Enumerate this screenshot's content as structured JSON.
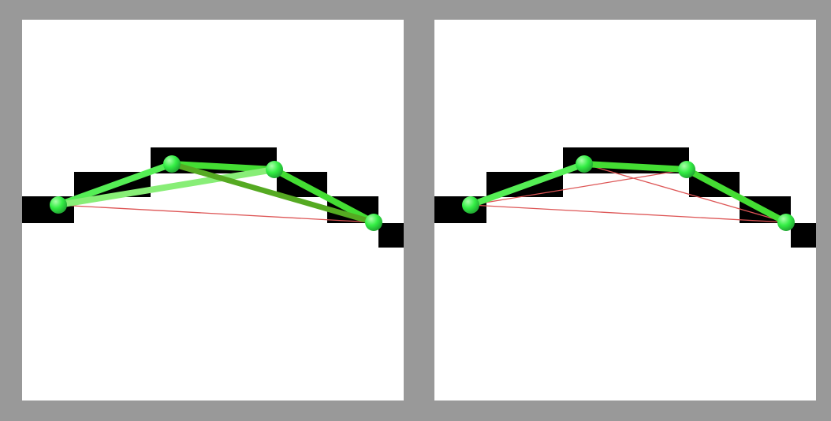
{
  "colors": {
    "frame": "#999999",
    "panel_background": "#ffffff",
    "terrain": "#000000",
    "joint": "#33ee44",
    "edge_bright": "#55ee55",
    "edge_mid": "#44dd33",
    "edge_dark": "#55aa22",
    "edge_pale": "#88ee77",
    "thin_edge": "#dd5555"
  },
  "panels": [
    {
      "name": "panel-left",
      "nodes": [
        "A",
        "B",
        "C",
        "D"
      ],
      "thick_edges": [
        {
          "from": "A",
          "to": "B",
          "color": "edge_bright",
          "weight": 8
        },
        {
          "from": "B",
          "to": "C",
          "color": "edge_mid",
          "weight": 8
        },
        {
          "from": "C",
          "to": "D",
          "color": "edge_mid",
          "weight": 8
        },
        {
          "from": "A",
          "to": "C",
          "color": "edge_pale",
          "weight": 8
        },
        {
          "from": "B",
          "to": "D",
          "color": "edge_dark",
          "weight": 7
        }
      ],
      "thin_edges": [
        {
          "from": "A",
          "to": "D"
        }
      ]
    },
    {
      "name": "panel-right",
      "nodes": [
        "A",
        "B",
        "C",
        "D"
      ],
      "thick_edges": [
        {
          "from": "A",
          "to": "B",
          "color": "edge_bright",
          "weight": 8
        },
        {
          "from": "B",
          "to": "C",
          "color": "edge_mid",
          "weight": 8
        },
        {
          "from": "C",
          "to": "D",
          "color": "edge_mid",
          "weight": 8
        }
      ],
      "thin_edges": [
        {
          "from": "A",
          "to": "C"
        },
        {
          "from": "B",
          "to": "D"
        },
        {
          "from": "A",
          "to": "D"
        }
      ]
    }
  ]
}
